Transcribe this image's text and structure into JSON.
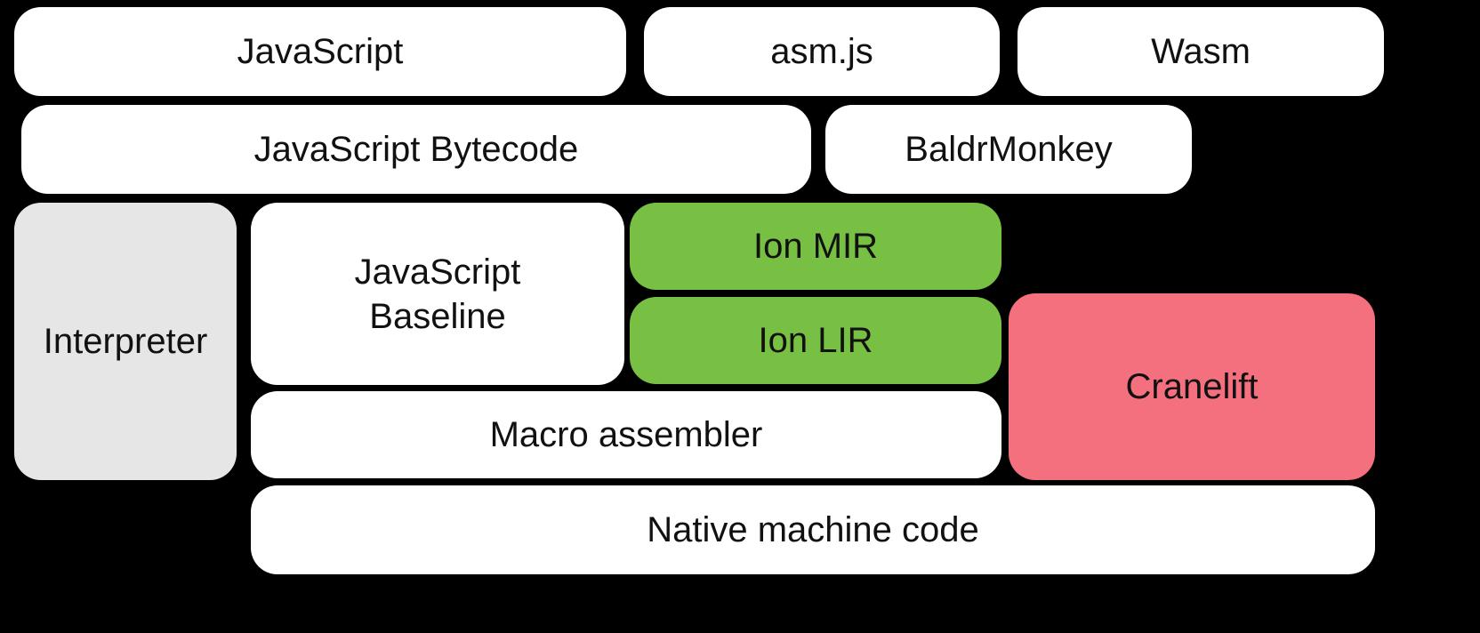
{
  "diagram": {
    "background_color": "#000000",
    "text_color": "#111111",
    "colors": {
      "default_box": "#ffffff",
      "interpreter_gray": "#e6e6e6",
      "ion_green": "#77c043",
      "cranelift_pink": "#f4707e"
    },
    "boxes": [
      {
        "id": "javascript",
        "label": "JavaScript",
        "color": "#ffffff"
      },
      {
        "id": "asm-js",
        "label": "asm.js",
        "color": "#ffffff"
      },
      {
        "id": "wasm",
        "label": "Wasm",
        "color": "#ffffff"
      },
      {
        "id": "javascript-bytecode",
        "label": "JavaScript Bytecode",
        "color": "#ffffff"
      },
      {
        "id": "baldrmonkey",
        "label": "BaldrMonkey",
        "color": "#ffffff"
      },
      {
        "id": "interpreter",
        "label": "Interpreter",
        "color": "#e6e6e6"
      },
      {
        "id": "javascript-baseline",
        "label": "JavaScript Baseline",
        "color": "#ffffff"
      },
      {
        "id": "ion-mir",
        "label": "Ion MIR",
        "color": "#77c043"
      },
      {
        "id": "ion-lir",
        "label": "Ion LIR",
        "color": "#77c043"
      },
      {
        "id": "cranelift",
        "label": "Cranelift",
        "color": "#f4707e"
      },
      {
        "id": "macro-assembler",
        "label": "Macro assembler",
        "color": "#ffffff"
      },
      {
        "id": "native-machine-code",
        "label": "Native machine code",
        "color": "#ffffff"
      }
    ]
  }
}
